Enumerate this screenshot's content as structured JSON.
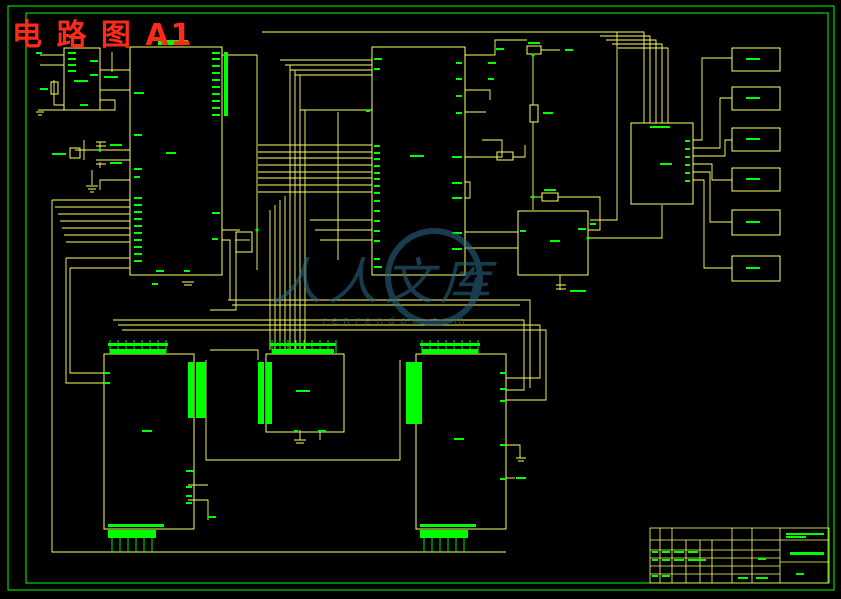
{
  "sheet": {
    "title": "电 路 图 A1",
    "background_color": "#000000",
    "wire_color": "#ffff66",
    "component_outline_color": "#ffff66",
    "pin_color": "#00ff00",
    "frame_color": "#00ff00",
    "title_color": "#ff2a1a"
  },
  "watermark": {
    "text": "人人文库",
    "url": "renrendoc.com"
  }
}
